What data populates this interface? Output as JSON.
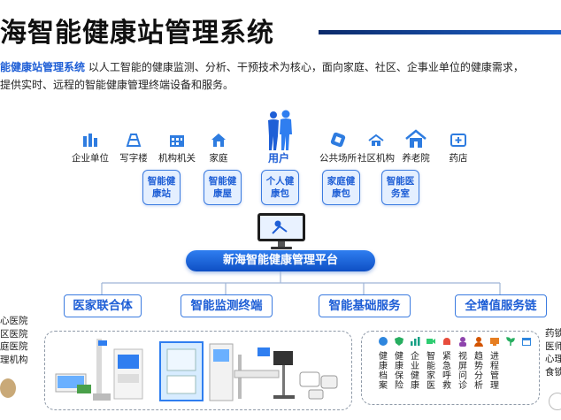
{
  "header": {
    "title": "海智能健康站管理系统"
  },
  "intro": {
    "brand": "能健康站管理系统",
    "line1_rest": "以人工智能的健康监测、分析、干预技术为核心，面向家庭、社区、企事业单位的健康需求，",
    "line2": "提供实时、远程的智能健康管理终端设备和服务。"
  },
  "user_label": "用户",
  "categories_left": [
    {
      "label": "企业单位",
      "icon": "office-building-icon"
    },
    {
      "label": "写字楼",
      "icon": "tower-icon"
    },
    {
      "label": "机构机关",
      "icon": "institution-icon"
    },
    {
      "label": "家庭",
      "icon": "house-icon"
    }
  ],
  "categories_right": [
    {
      "label": "公共场所",
      "icon": "public-place-icon"
    },
    {
      "label": "社区机构",
      "icon": "community-icon"
    },
    {
      "label": "养老院",
      "icon": "nursing-home-icon"
    },
    {
      "label": "药店",
      "icon": "pharmacy-icon"
    }
  ],
  "services": [
    "智能健康站",
    "智能健康屋",
    "个人健康包",
    "家庭健康包",
    "智能医务室"
  ],
  "platform": "新海智能健康管理平台",
  "pillars": [
    "医家联合体",
    "智能监测终端",
    "智能基础服务",
    "全增值服务链"
  ],
  "left_list": [
    "心医院",
    "区医院",
    "庭医院",
    "理机构"
  ],
  "right_list": [
    "药锁",
    "医师",
    "心理",
    "食锁"
  ],
  "features": [
    {
      "label": "健康档案",
      "icon": "archive-icon",
      "color": "#2e86de"
    },
    {
      "label": "健康保险",
      "icon": "shield-icon",
      "color": "#27ae60"
    },
    {
      "label": "企业健康",
      "icon": "chart-icon",
      "color": "#16a085"
    },
    {
      "label": "智能家医",
      "icon": "camera-icon",
      "color": "#2ecc71"
    },
    {
      "label": "紧急呼救",
      "icon": "alarm-icon",
      "color": "#e74c3c"
    },
    {
      "label": "视屏问诊",
      "icon": "doctor-icon",
      "color": "#8e44ad"
    },
    {
      "label": "趋势分析",
      "icon": "user-icon",
      "color": "#d35400"
    },
    {
      "label": "进程管理",
      "icon": "monitor-icon",
      "color": "#e67e22"
    },
    {
      "label": "",
      "icon": "plant-icon",
      "color": "#27ae60"
    },
    {
      "label": "",
      "icon": "calendar-icon",
      "color": "#2e86de"
    }
  ]
}
